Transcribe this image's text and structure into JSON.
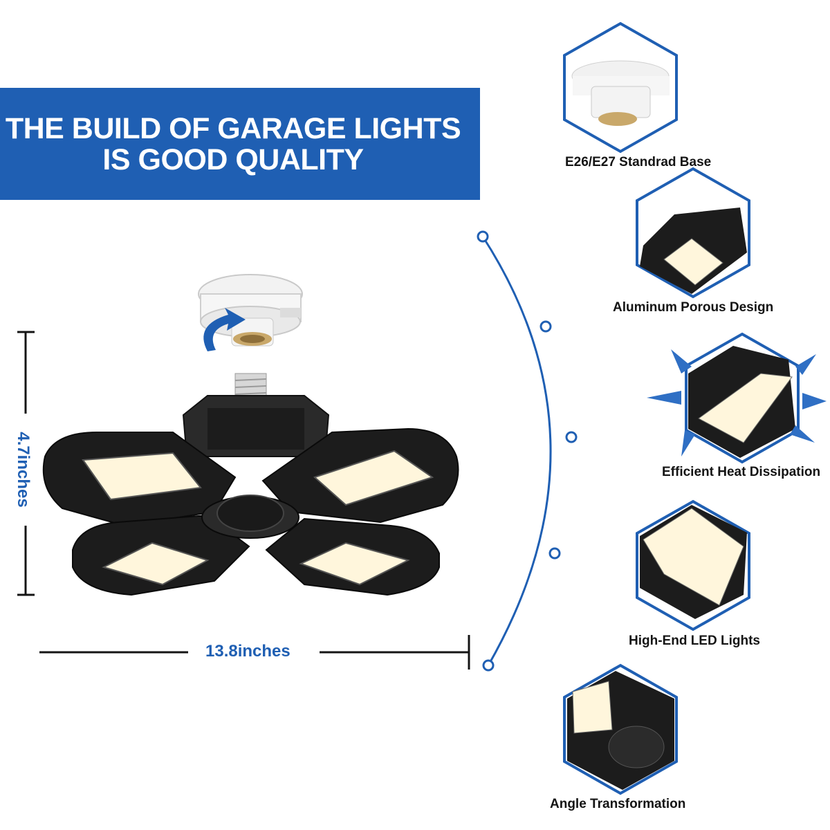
{
  "banner": {
    "line1": "THE BUILD OF GARAGE LIGHTS",
    "line2": "IS GOOD QUALITY"
  },
  "dimensions": {
    "width_label": "13.8inches",
    "height_label": "4.7inches"
  },
  "features": [
    {
      "label": "E26/E27 Standrad Base",
      "icon": "base-socket-icon"
    },
    {
      "label": "Aluminum Porous Design",
      "icon": "porous-panel-icon"
    },
    {
      "label": "Efficient Heat Dissipation",
      "icon": "heat-dissipation-icon"
    },
    {
      "label": "High-End LED Lights",
      "icon": "led-chips-icon"
    },
    {
      "label": "Angle Transformation",
      "icon": "angle-hinge-icon"
    }
  ],
  "colors": {
    "accent": "#1f5fb3",
    "lamp_body": "#1c1c1c",
    "led": "#fff6dc"
  }
}
